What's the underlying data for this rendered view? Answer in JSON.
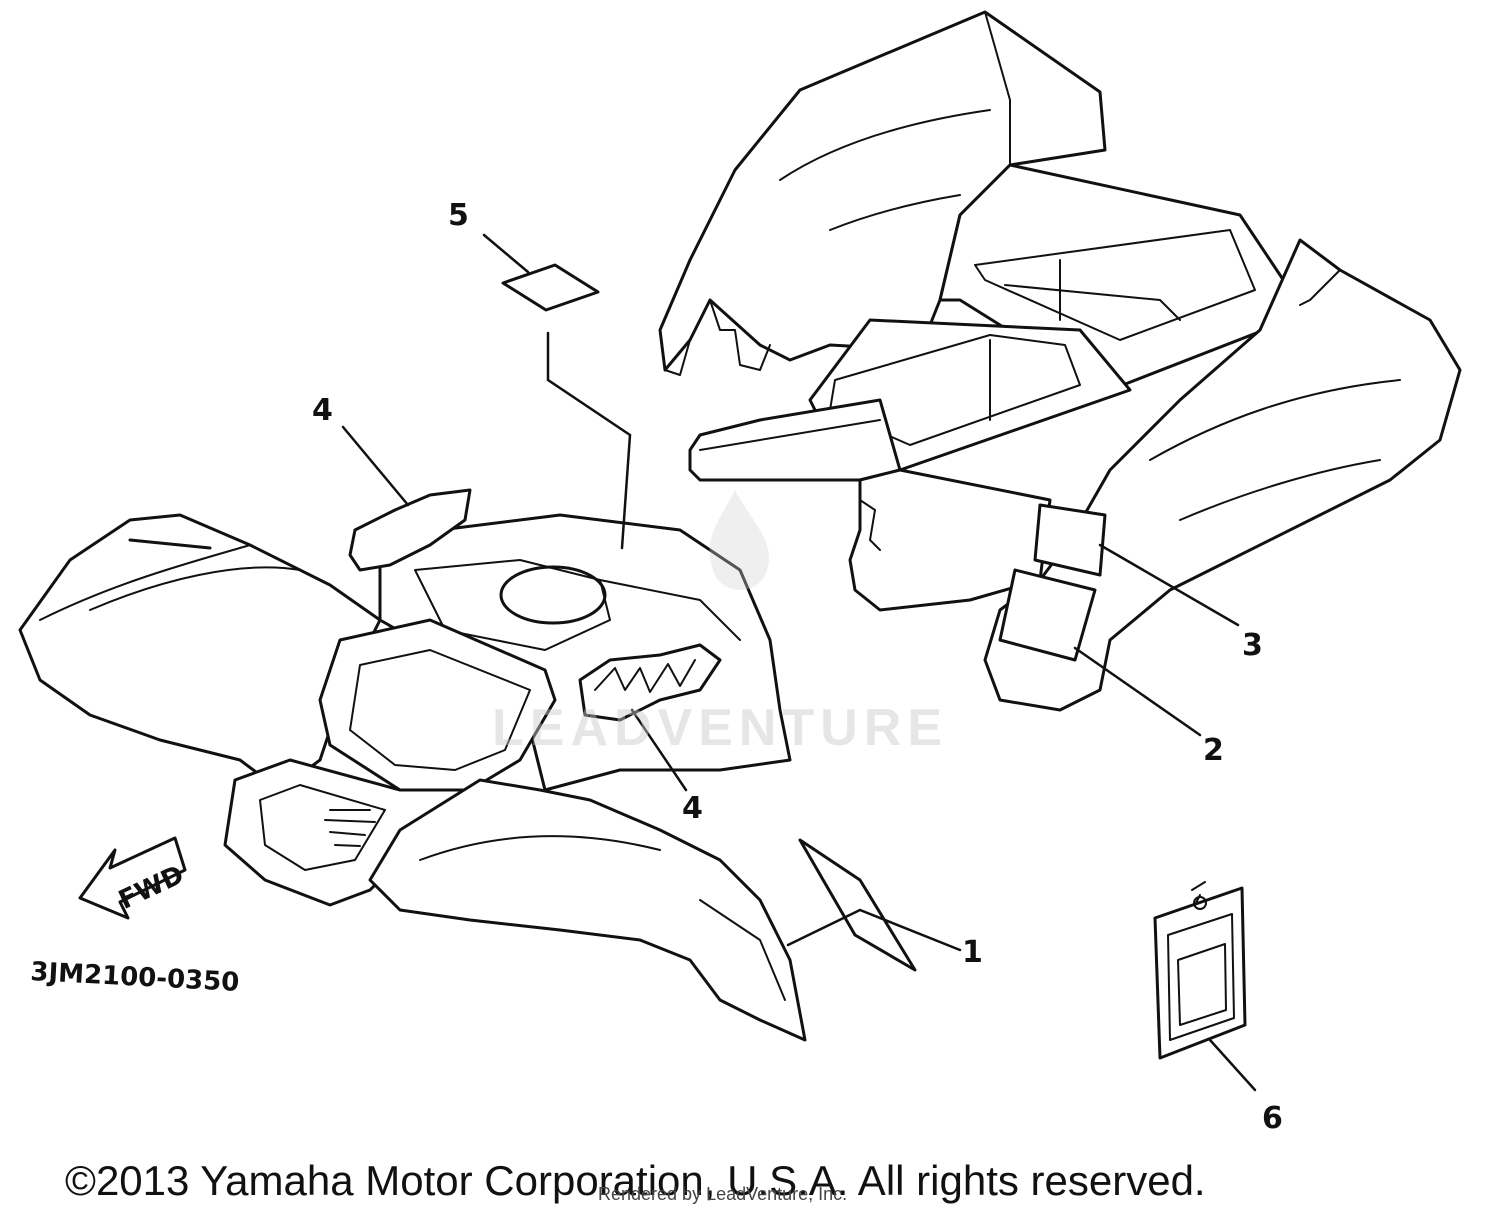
{
  "diagram": {
    "callouts": {
      "c1": "1",
      "c2": "2",
      "c3": "3",
      "c4a": "4",
      "c4b": "4",
      "c5": "5",
      "c6": "6"
    },
    "fwd_label": "FWD",
    "diagram_code": "3JM2100-0350",
    "watermark": "LEADVENTURE",
    "rendered_by": "Rendered by LeadVenture, Inc.",
    "copyright": "©2013 Yamaha Motor Corporation, U.S.A. All rights reserved."
  }
}
